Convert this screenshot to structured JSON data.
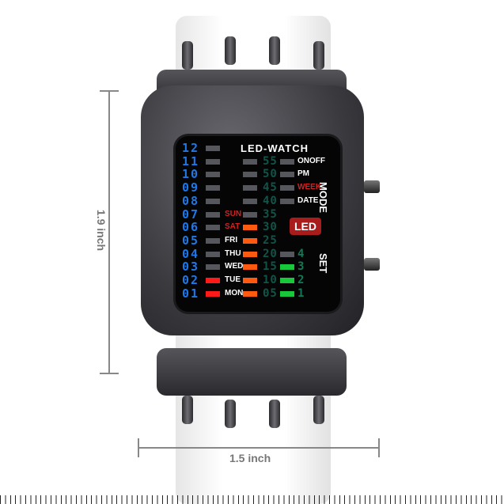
{
  "brand": "LED-WATCH",
  "logo": "LED",
  "side_labels": {
    "mode": "MODE",
    "set": "SET"
  },
  "dimensions": {
    "height": "1.9 inch",
    "width": "1.5 inch"
  },
  "rows": [
    {
      "hour": "12",
      "hour_on": false,
      "day": "",
      "day_on": null,
      "minute": "",
      "min_bar": null,
      "label": "",
      "label_color": "#ffffff"
    },
    {
      "hour": "11",
      "hour_on": false,
      "day": "",
      "day_on": false,
      "minute": "55",
      "min_bar": false,
      "label": "ONOFF",
      "label_color": "#ffffff"
    },
    {
      "hour": "10",
      "hour_on": false,
      "day": "",
      "day_on": false,
      "minute": "50",
      "min_bar": false,
      "label": "PM",
      "label_color": "#ffffff"
    },
    {
      "hour": "09",
      "hour_on": false,
      "day": "",
      "day_on": false,
      "minute": "45",
      "min_bar": false,
      "label": "WEEK",
      "label_color": "#d42020"
    },
    {
      "hour": "08",
      "hour_on": false,
      "day": "",
      "day_on": false,
      "minute": "40",
      "min_bar": false,
      "label": "DATE",
      "label_color": "#ffffff"
    },
    {
      "hour": "07",
      "hour_on": false,
      "day": "SUN",
      "day_color": "#d42020",
      "day_on": false,
      "minute": "35",
      "min_bar": null,
      "label": ""
    },
    {
      "hour": "06",
      "hour_on": false,
      "day": "SAT",
      "day_color": "#d42020",
      "day_on": true,
      "minute": "30",
      "min_bar": null,
      "label": ""
    },
    {
      "hour": "05",
      "hour_on": false,
      "day": "FRI",
      "day_color": "#ffffff",
      "day_on": true,
      "minute": "25",
      "min_bar": null,
      "label": ""
    },
    {
      "hour": "04",
      "hour_on": false,
      "day": "THU",
      "day_color": "#ffffff",
      "day_on": true,
      "minute": "20",
      "min_bar": false,
      "label": "4"
    },
    {
      "hour": "03",
      "hour_on": false,
      "day": "WED",
      "day_color": "#ffffff",
      "day_on": true,
      "minute": "15",
      "min_bar": true,
      "label": "3"
    },
    {
      "hour": "02",
      "hour_on": true,
      "day": "TUE",
      "day_color": "#ffffff",
      "day_on": true,
      "minute": "10",
      "min_bar": true,
      "label": "2"
    },
    {
      "hour": "01",
      "hour_on": true,
      "day": "MON",
      "day_color": "#ffffff",
      "day_on": true,
      "minute": "05",
      "min_bar": true,
      "label": "1"
    }
  ],
  "colors": {
    "hour_digits": "#1f78e6",
    "hour_lit": "#ff1a1a",
    "day_lit": "#ff5a10",
    "minute_lit": "#19c83a",
    "bar_off": "#55575c",
    "logo_bg": "#a81c1c"
  }
}
